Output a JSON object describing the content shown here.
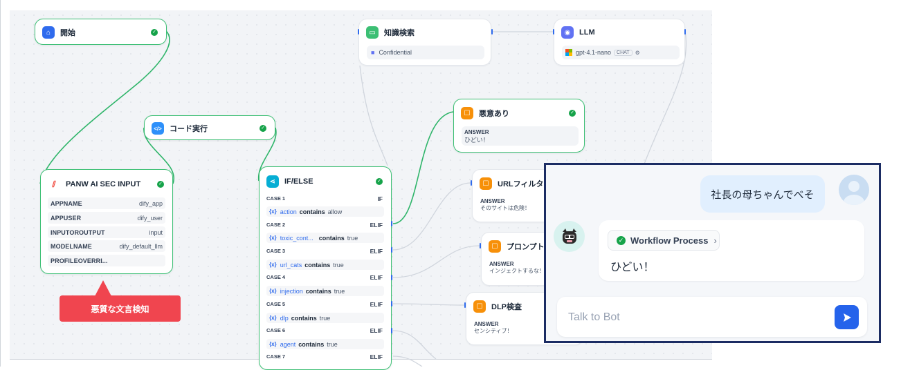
{
  "nodes": {
    "start": {
      "title": "開始"
    },
    "code": {
      "title": "コード実行"
    },
    "knowledge": {
      "title": "知識検索",
      "dataset": "Confidential"
    },
    "llm": {
      "title": "LLM",
      "model": "gpt-4.1-nano",
      "mode": "CHAT"
    },
    "malicious": {
      "title": "悪意あり",
      "answer_label": "ANSWER",
      "answer": "ひどい！"
    },
    "url_filter": {
      "title": "URLフィルタリング",
      "answer_label": "ANSWER",
      "answer": "そのサイトは危険！"
    },
    "prompt_inj": {
      "title": "プロンプトインジ",
      "answer_label": "ANSWER",
      "answer": "インジェクトするな！"
    },
    "dlp": {
      "title": "DLP検査",
      "answer_label": "ANSWER",
      "answer": "センシティブ！"
    },
    "panw": {
      "title": "PANW AI SEC INPUT",
      "rows": [
        {
          "key": "APPNAME",
          "value": "dify_app"
        },
        {
          "key": "APPUSER",
          "value": "dify_user"
        },
        {
          "key": "INPUTOROUTPUT",
          "value": "input"
        },
        {
          "key": "MODELNAME",
          "value": "dify_default_llm"
        },
        {
          "key": "PROFILEOVERRI...",
          "value": ""
        }
      ]
    },
    "ifelse": {
      "title": "IF/ELSE",
      "cases": [
        {
          "label": "CASE 1",
          "kw": "IF",
          "var": "action",
          "op": "contains",
          "val": "allow"
        },
        {
          "label": "CASE 2",
          "kw": "ELIF",
          "var": "toxic_cont...",
          "op": "contains",
          "val": "true"
        },
        {
          "label": "CASE 3",
          "kw": "ELIF",
          "var": "url_cats",
          "op": "contains",
          "val": "true"
        },
        {
          "label": "CASE 4",
          "kw": "ELIF",
          "var": "injection",
          "op": "contains",
          "val": "true"
        },
        {
          "label": "CASE 5",
          "kw": "ELIF",
          "var": "dlp",
          "op": "contains",
          "val": "true"
        },
        {
          "label": "CASE 6",
          "kw": "ELIF",
          "var": "agent",
          "op": "contains",
          "val": "true"
        },
        {
          "label": "CASE 7",
          "kw": "ELIF"
        }
      ],
      "var_prefix": "{x}"
    }
  },
  "callout": {
    "text": "悪質な文言検知"
  },
  "chat": {
    "user_message": "社長の母ちゃんでべそ",
    "workflow_chip": "Workflow Process",
    "bot_reply": "ひどい！",
    "input_placeholder": "Talk to Bot"
  },
  "colors": {
    "edge": "#2fb56a",
    "edge_idle": "#d0d5dd",
    "accent": "#2563eb",
    "callout": "#f0454f",
    "frame": "#1b2c63"
  }
}
